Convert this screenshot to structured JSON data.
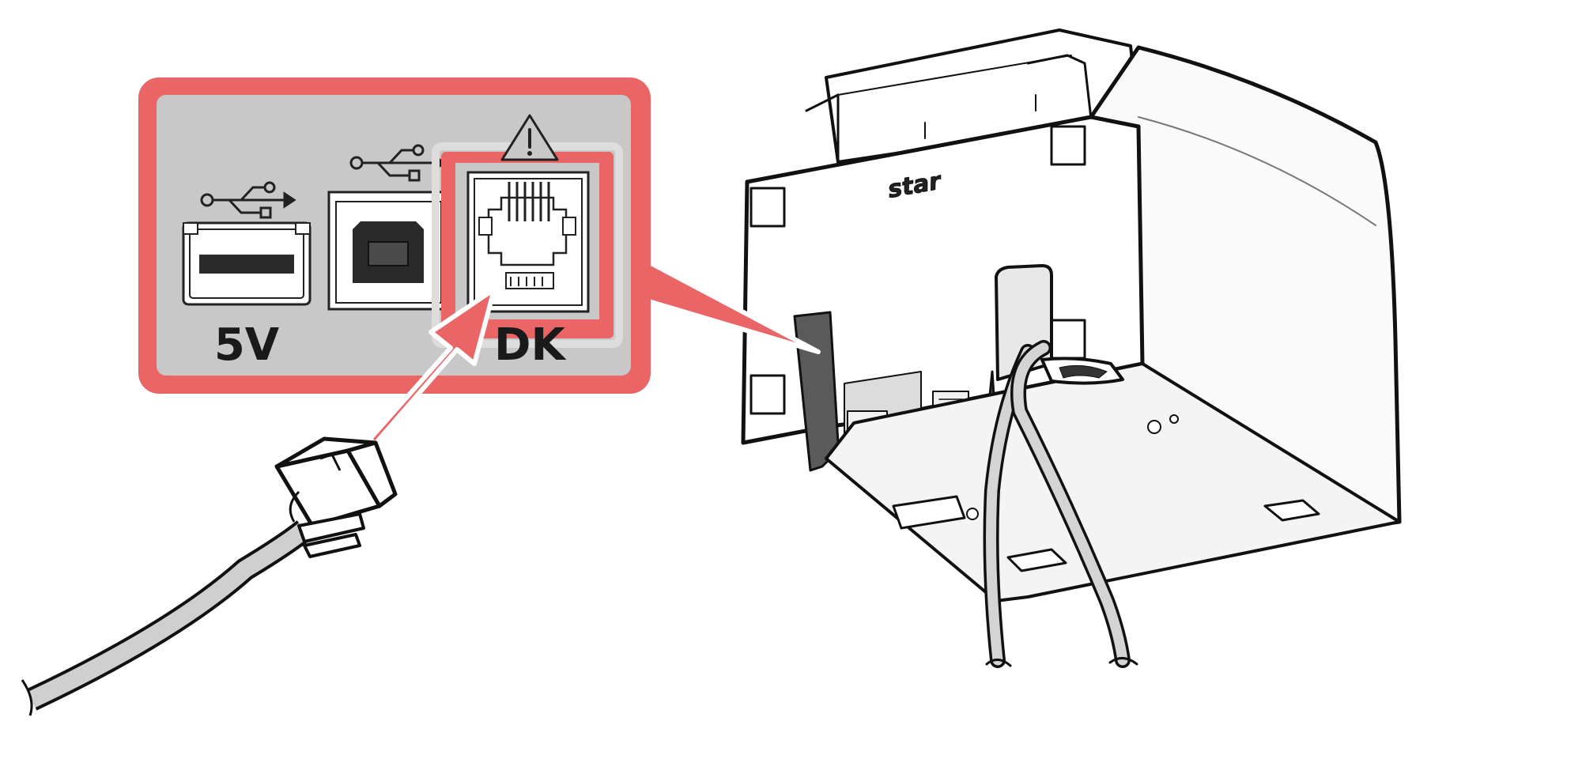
{
  "callout": {
    "label_5v": "5V",
    "label_dk": "DK",
    "highlight_color": "#e96566",
    "panel_color": "#c8c8c8"
  },
  "printer": {
    "brand": "star",
    "port_label_5v": "5V",
    "port_label_dk": "DK"
  },
  "icons": [
    "usb-a-icon",
    "usb-b-icon",
    "usb-symbol-icon",
    "warning-icon",
    "rj12-port-icon",
    "rj12-plug-icon",
    "insert-arrow-icon"
  ]
}
